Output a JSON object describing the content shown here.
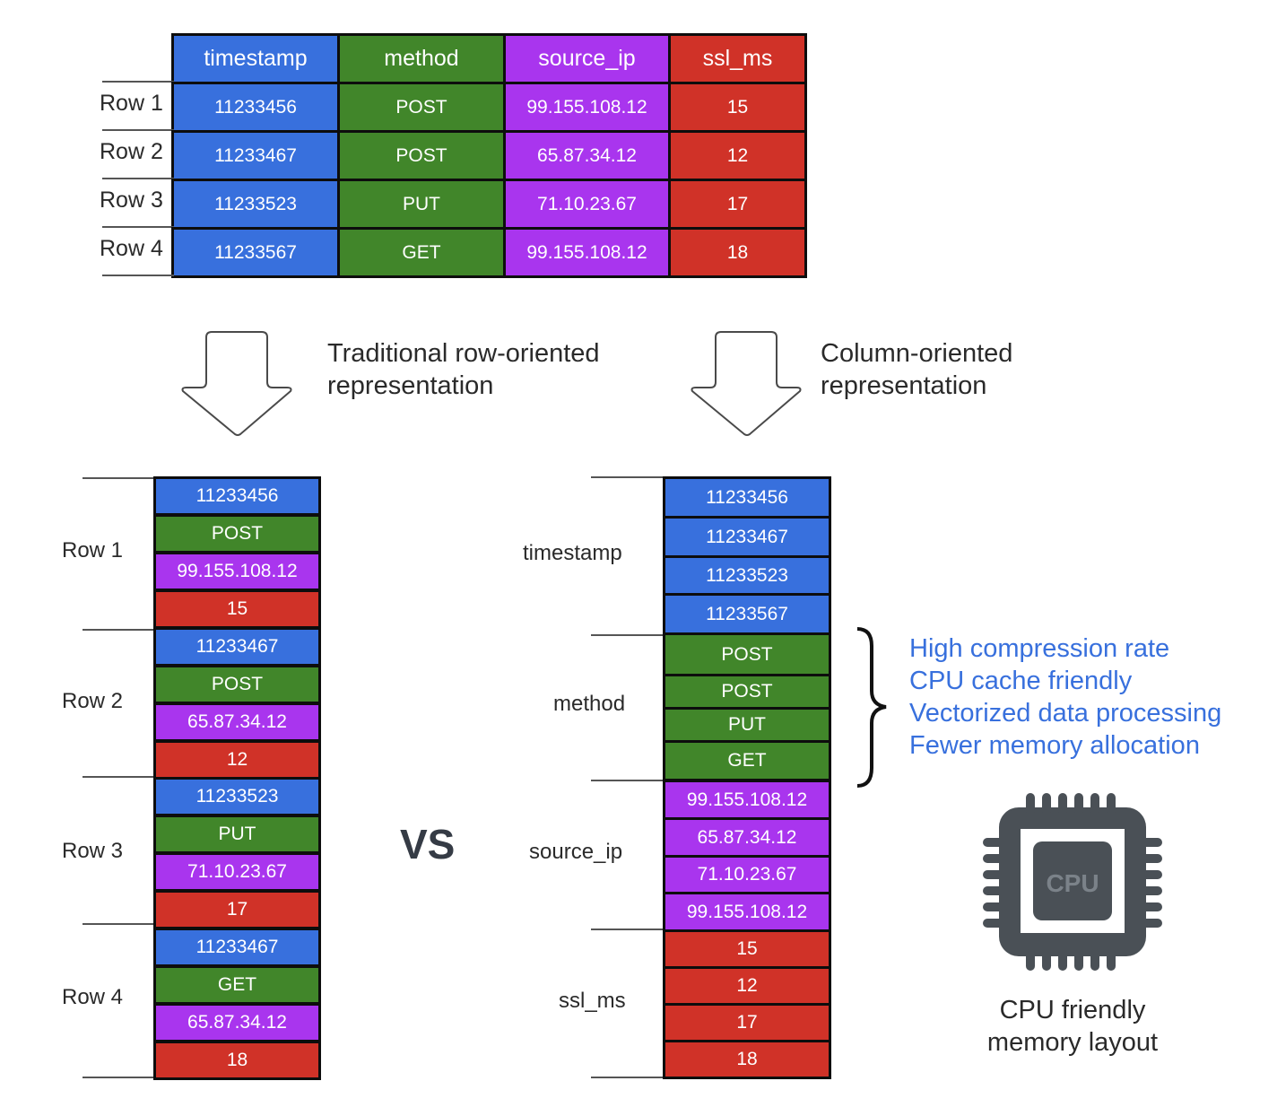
{
  "colors": {
    "timestamp": "#3870dd",
    "method": "#41862a",
    "source_ip": "#a935ee",
    "ssl_ms": "#d03228",
    "benefit_text": "#3870dd",
    "cpu_icon": "#4a5056"
  },
  "source_table": {
    "columns": [
      "timestamp",
      "method",
      "source_ip",
      "ssl_ms"
    ],
    "rows": [
      {
        "label": "Row 1",
        "values": [
          "11233456",
          "POST",
          "99.155.108.12",
          "15"
        ]
      },
      {
        "label": "Row 2",
        "values": [
          "11233467",
          "POST",
          "65.87.34.12",
          "12"
        ]
      },
      {
        "label": "Row 3",
        "values": [
          "11233523",
          "PUT",
          "71.10.23.67",
          "17"
        ]
      },
      {
        "label": "Row 4",
        "values": [
          "11233567",
          "GET",
          "99.155.108.12",
          "18"
        ]
      }
    ]
  },
  "arrows": {
    "row_caption": [
      "Traditional row-oriented",
      "representation"
    ],
    "column_caption": [
      "Column-oriented",
      "representation"
    ]
  },
  "row_layout": {
    "groups": [
      {
        "label": "Row 1",
        "values": [
          "11233456",
          "POST",
          "99.155.108.12",
          "15"
        ]
      },
      {
        "label": "Row 2",
        "values": [
          "11233467",
          "POST",
          "65.87.34.12",
          "12"
        ]
      },
      {
        "label": "Row 3",
        "values": [
          "11233523",
          "PUT",
          "71.10.23.67",
          "17"
        ]
      },
      {
        "label": "Row 4",
        "values": [
          "11233467",
          "GET",
          "65.87.34.12",
          "18"
        ]
      }
    ]
  },
  "vs_label": "VS",
  "column_layout": {
    "groups": [
      {
        "label": "timestamp",
        "values": [
          "11233456",
          "11233467",
          "11233523",
          "11233567"
        ]
      },
      {
        "label": "method",
        "values": [
          "POST",
          "POST",
          "PUT",
          "GET"
        ]
      },
      {
        "label": "source_ip",
        "values": [
          "99.155.108.12",
          "65.87.34.12",
          "71.10.23.67",
          "99.155.108.12"
        ]
      },
      {
        "label": "ssl_ms",
        "values": [
          "15",
          "12",
          "17",
          "18"
        ]
      }
    ]
  },
  "benefits": [
    "High compression rate",
    "CPU cache friendly",
    "Vectorized data processing",
    "Fewer memory allocation"
  ],
  "cpu": {
    "chip_label": "CPU",
    "caption": [
      "CPU friendly",
      "memory layout"
    ]
  }
}
